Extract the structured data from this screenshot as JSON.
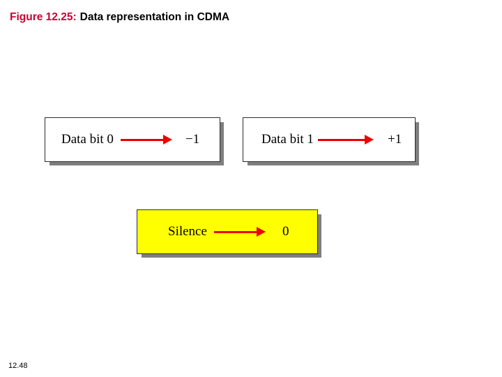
{
  "title": {
    "label": "Figure 12.25:",
    "caption": "Data representation in CDMA",
    "label_color": "#cc0033"
  },
  "diagram": {
    "type": "mapping-boxes",
    "arrow_color": "#ee0000",
    "boxes": [
      {
        "id": "data-bit-0",
        "label": "Data bit 0",
        "arrow": "right-arrow",
        "value": "−1",
        "fill": "#ffffff"
      },
      {
        "id": "data-bit-1",
        "label": "Data bit 1",
        "arrow": "right-arrow",
        "value": "+1",
        "fill": "#ffffff"
      },
      {
        "id": "silence",
        "label": "Silence",
        "arrow": "right-arrow",
        "value": "0",
        "fill": "#ffff00"
      }
    ]
  },
  "footer": {
    "slide_number": "12.48"
  }
}
